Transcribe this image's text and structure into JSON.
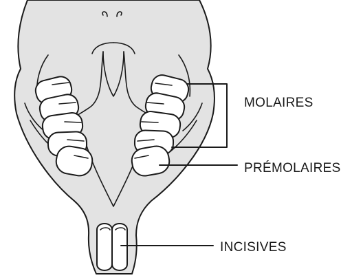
{
  "labels": {
    "molaires": "MOLAIRES",
    "premolaires": "PRÉMOLAIRES",
    "incisives": "INCISIVES"
  },
  "colors": {
    "skull_fill": "#e3e3e3",
    "outline": "#1a1a1a",
    "tooth_fill": "#ffffff",
    "background": "#ffffff"
  }
}
